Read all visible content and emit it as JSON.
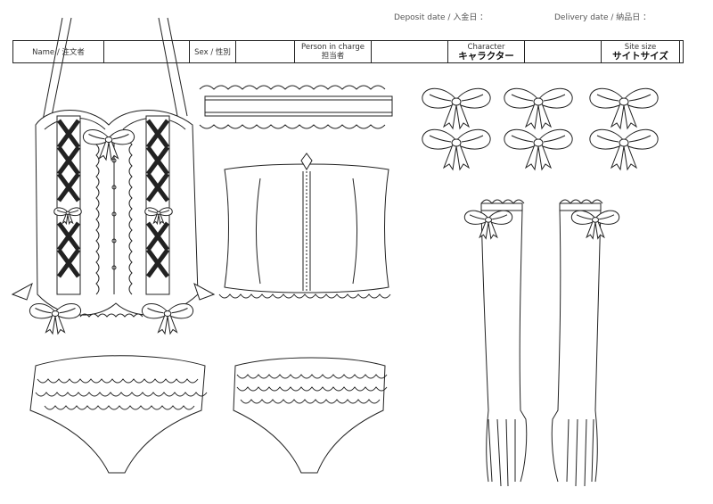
{
  "header": {
    "deposit_date": "Deposit date / 入金日 ：",
    "delivery_date": "Delivery date / 納品日 ："
  },
  "form": {
    "name_label": "Name / 注文者",
    "sex_label": "Sex / 性別",
    "person_label_en": "Person in charge",
    "person_label_ja": "担当者",
    "character_label_en": "Character",
    "character_label_ja": "キャラクター",
    "site_size_label_en": "Site size",
    "site_size_label_ja": "サイトサイズ"
  },
  "items": [
    "corset-bustier",
    "ruffle-choker",
    "waist-cincher",
    "bow-set",
    "opera-gloves",
    "ruffle-panties-front",
    "ruffle-panties-back"
  ]
}
